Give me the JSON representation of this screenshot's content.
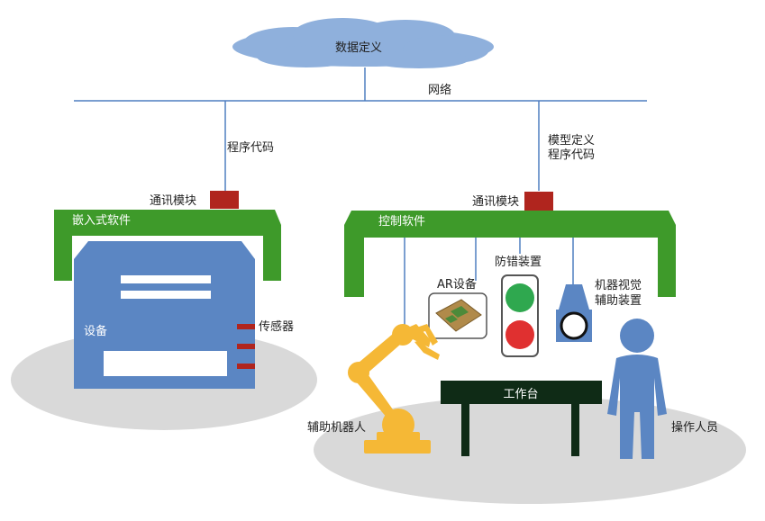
{
  "cloud": {
    "label": "数据定义"
  },
  "network": {
    "label": "网络"
  },
  "left": {
    "link_label": "程序代码",
    "comm_label": "通讯模块",
    "frame_label": "嵌入式软件",
    "device_label": "设备",
    "sensor_label": "传感器"
  },
  "right": {
    "link_label_1": "模型定义",
    "link_label_2": "程序代码",
    "comm_label": "通讯模块",
    "frame_label": "控制软件",
    "ar_label": "AR设备",
    "poka_label": "防错装置",
    "vision_label_1": "机器视觉",
    "vision_label_2": "辅助装置",
    "workbench_label": "工作台",
    "robot_label": "辅助机器人",
    "operator_label": "操作人员"
  },
  "colors": {
    "cloud": "#8fb0dc",
    "line": "#4f7fc0",
    "frame": "#3e9a2a",
    "comm": "#b0251e",
    "device": "#5b86c3",
    "ground": "#d9d9d9",
    "robot": "#f5b836",
    "workbench": "#0f2b16",
    "operator": "#5b86c3",
    "light_green": "#2fa84f",
    "light_red": "#e03030"
  }
}
